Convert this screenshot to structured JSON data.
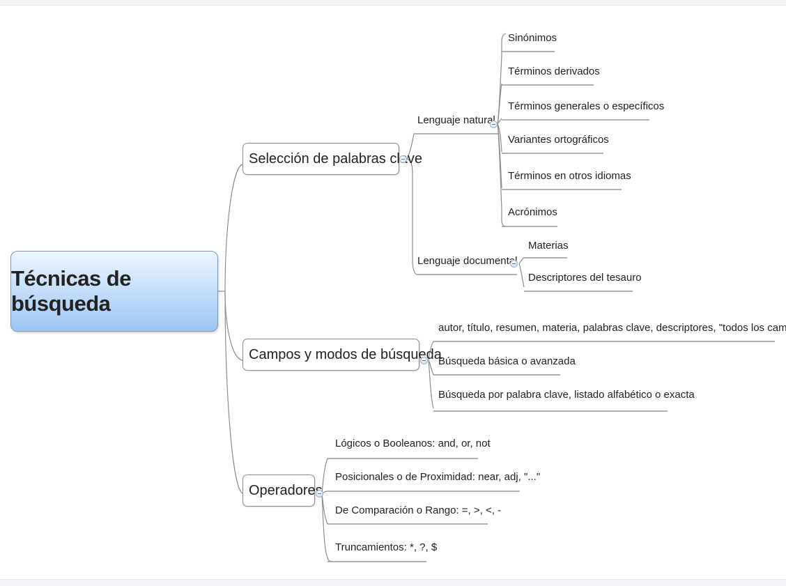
{
  "root": {
    "label": "Técnicas de búsqueda"
  },
  "branches": [
    {
      "label": "Selección de palabras clave",
      "groups": [
        {
          "label": "Lenguaje natural",
          "items": [
            "Sinónimos",
            "Términos derivados",
            "Términos generales o específicos",
            "Variantes ortográficos",
            "Términos en otros idiomas",
            "Acrónimos"
          ]
        },
        {
          "label": "Lenguaje documental",
          "items": [
            "Materias",
            "Descriptores del tesauro"
          ]
        }
      ]
    },
    {
      "label": "Campos y modos de búsqueda",
      "items": [
        "autor, título, resumen, materia, palabras clave, descriptores, \"todos los campos\"...",
        "Búsqueda básica o avanzada",
        "Búsqueda por palabra clave, listado alfabético o exacta"
      ]
    },
    {
      "label": "Operadores",
      "items": [
        "Lógicos o Booleanos: and, or, not",
        "Posicionales o de Proximidad: near, adj, \"...\"",
        "De Comparación o Rango: =, >, <, -",
        "Truncamientos: *, ?, $"
      ]
    }
  ],
  "colors": {
    "root_top": "#eef6ff",
    "root_bottom": "#9dc6f3",
    "line": "#8c8c8c",
    "underline": "#a0a0a0"
  }
}
